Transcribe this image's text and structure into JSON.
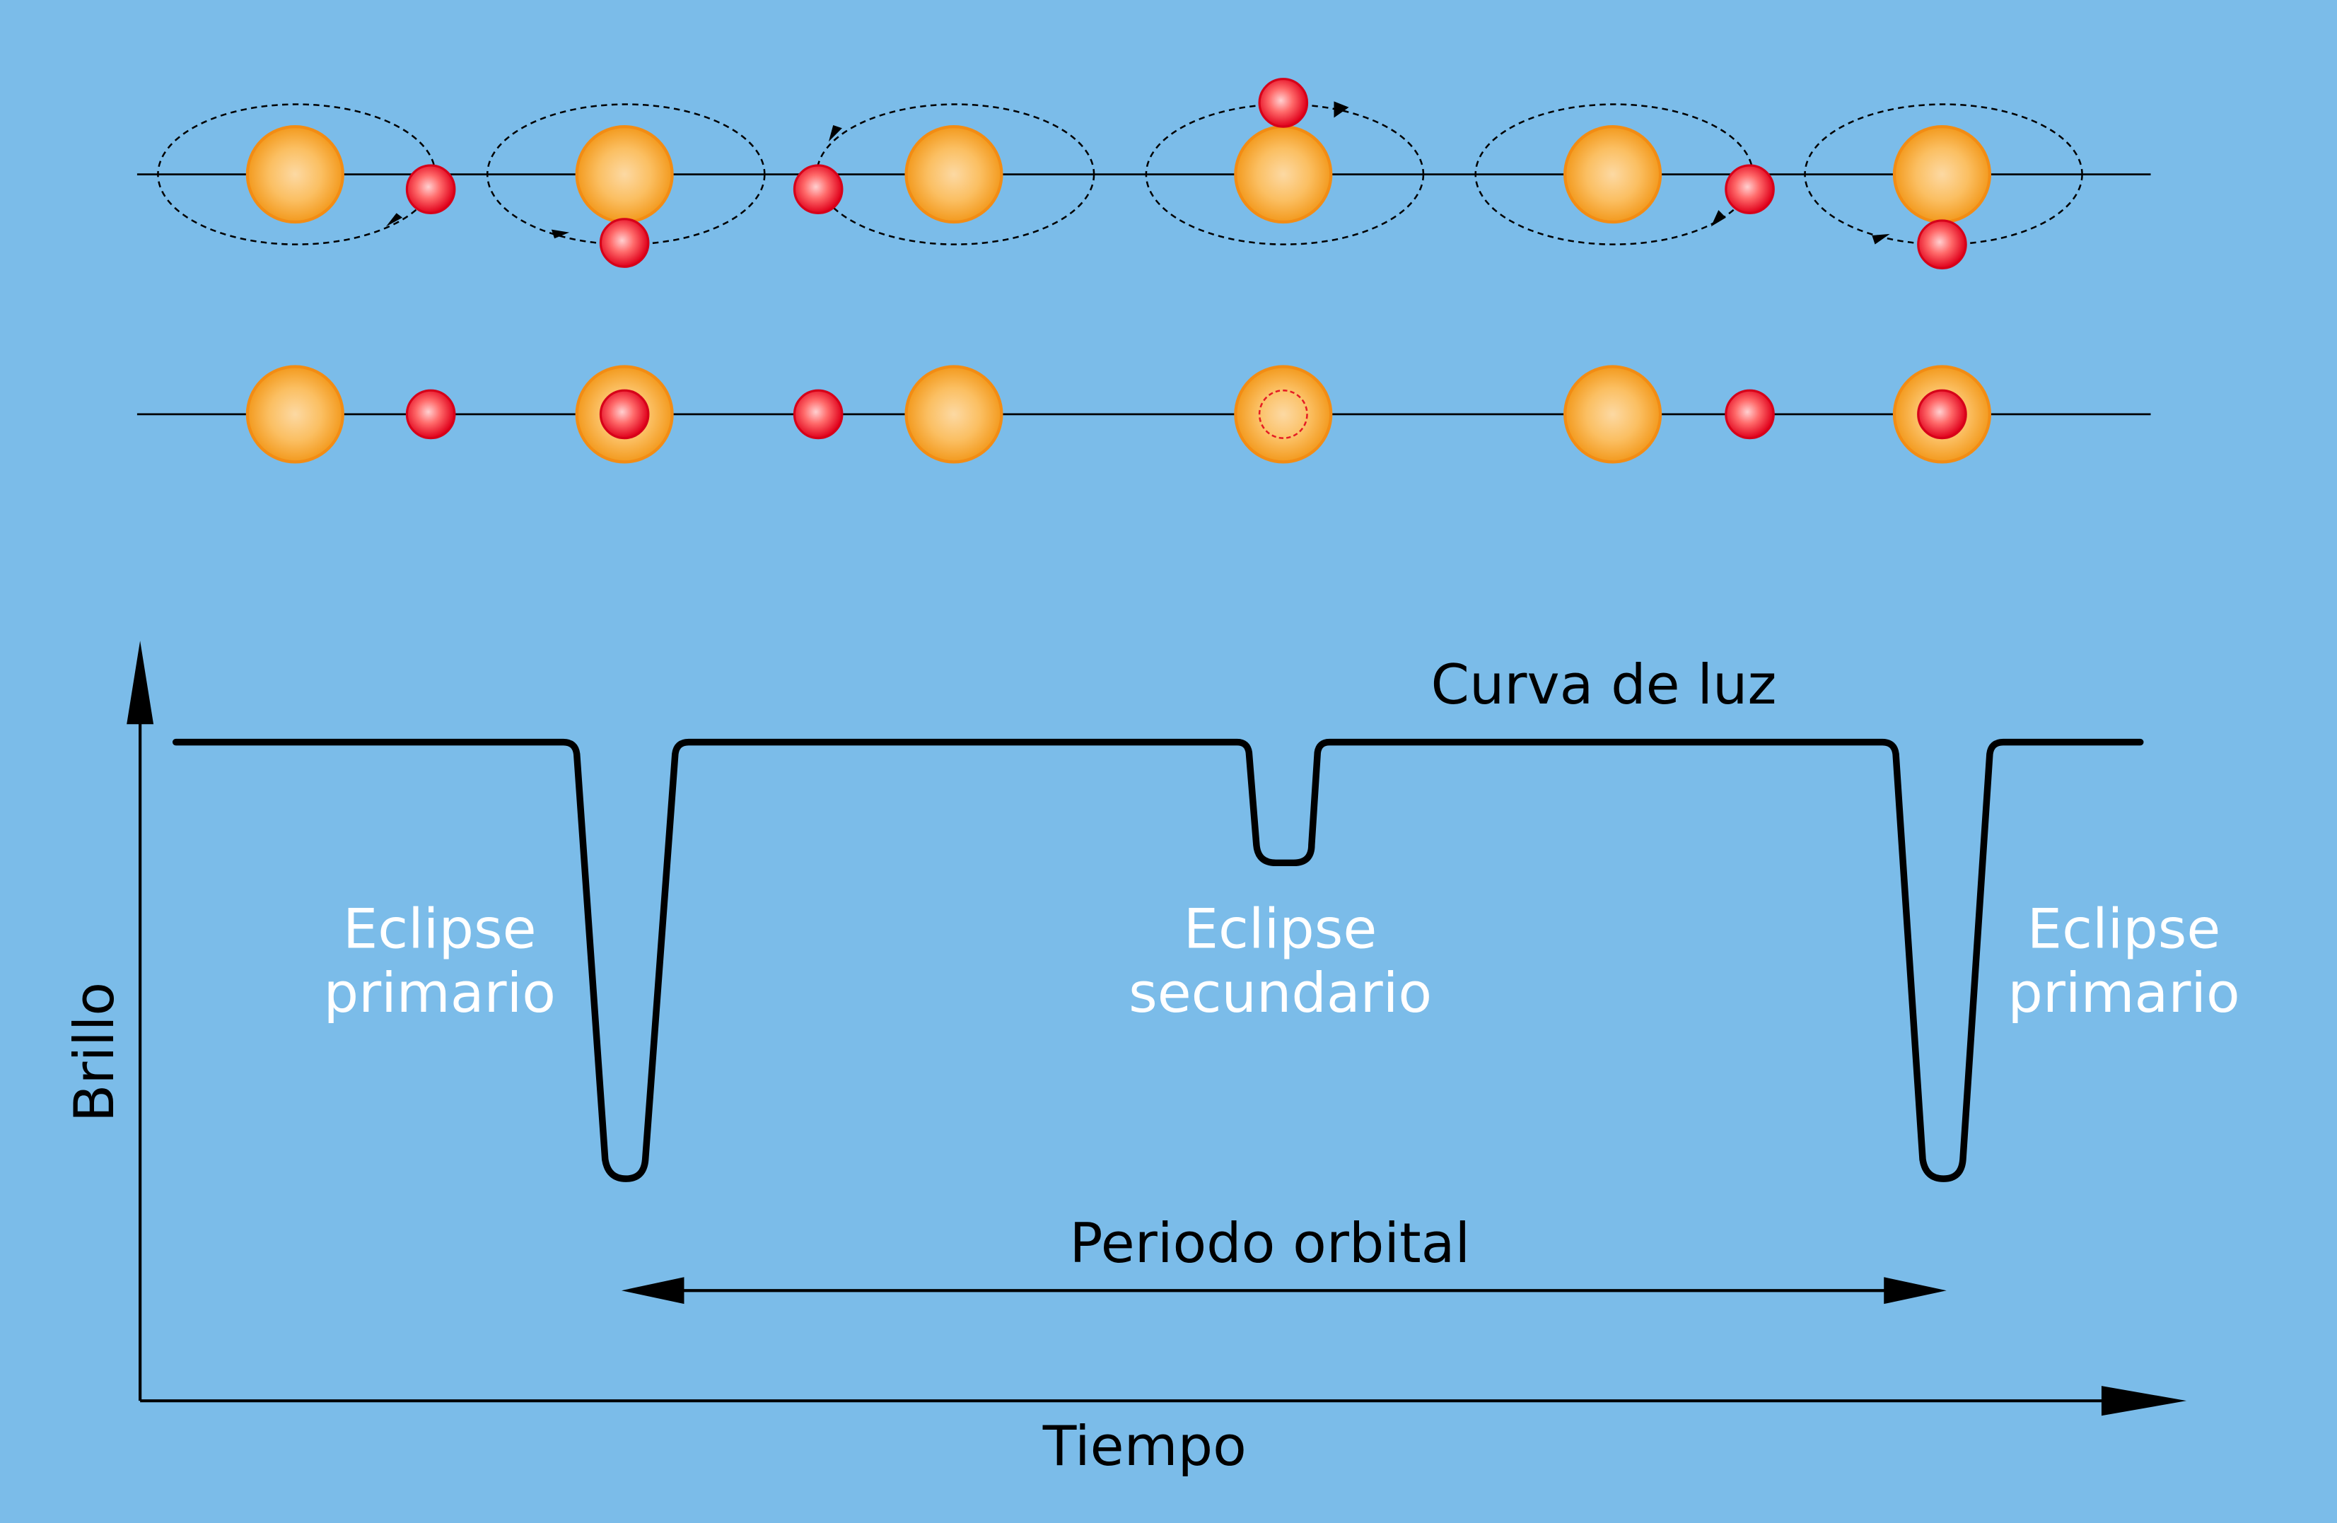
{
  "colors": {
    "background": "#7bbce9",
    "primary_star": "#f7a226",
    "secondary_star": "#e51c24",
    "ink": "#000000",
    "annotation_text": "#ffffff"
  },
  "diagram": {
    "curve_label": "Curva de luz",
    "y_axis_label": "Brillo",
    "x_axis_label": "Tiempo",
    "period_label": "Periodo orbital",
    "eclipses": [
      {
        "line1": "Eclipse",
        "line2": "primario"
      },
      {
        "line1": "Eclipse",
        "line2": "secundario"
      },
      {
        "line1": "Eclipse",
        "line2": "primario"
      }
    ]
  }
}
